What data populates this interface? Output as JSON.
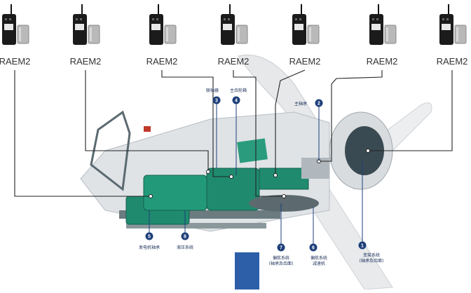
{
  "sensors": [
    {
      "label": "RAEM2"
    },
    {
      "label": "RAEM2"
    },
    {
      "label": "RAEM2"
    },
    {
      "label": "RAEM2"
    },
    {
      "label": "RAEM2"
    },
    {
      "label": "RAEM2"
    },
    {
      "label": "RAEM2"
    }
  ],
  "callouts": [
    {
      "num": "1",
      "text_lines": [
        "变桨系统",
        "(轴承及齿面)"
      ]
    },
    {
      "num": "2",
      "text_lines": [
        "主轴承"
      ]
    },
    {
      "num": "3",
      "text_lines": [
        "联轴器"
      ]
    },
    {
      "num": "4",
      "text_lines": [
        "主齿轮箱"
      ]
    },
    {
      "num": "5",
      "text_lines": [
        "发电机轴承"
      ]
    },
    {
      "num": "6",
      "text_lines": [
        "偏航系统",
        "减速机"
      ]
    },
    {
      "num": "7",
      "text_lines": [
        "偏航系统",
        "(轴承及齿面)"
      ]
    },
    {
      "num": "8",
      "text_lines": [
        "液压系统"
      ]
    }
  ],
  "colors": {
    "nacelle_green": "#1f8a6e",
    "callout_blue": "#1d3f7a",
    "line": "#222222"
  }
}
